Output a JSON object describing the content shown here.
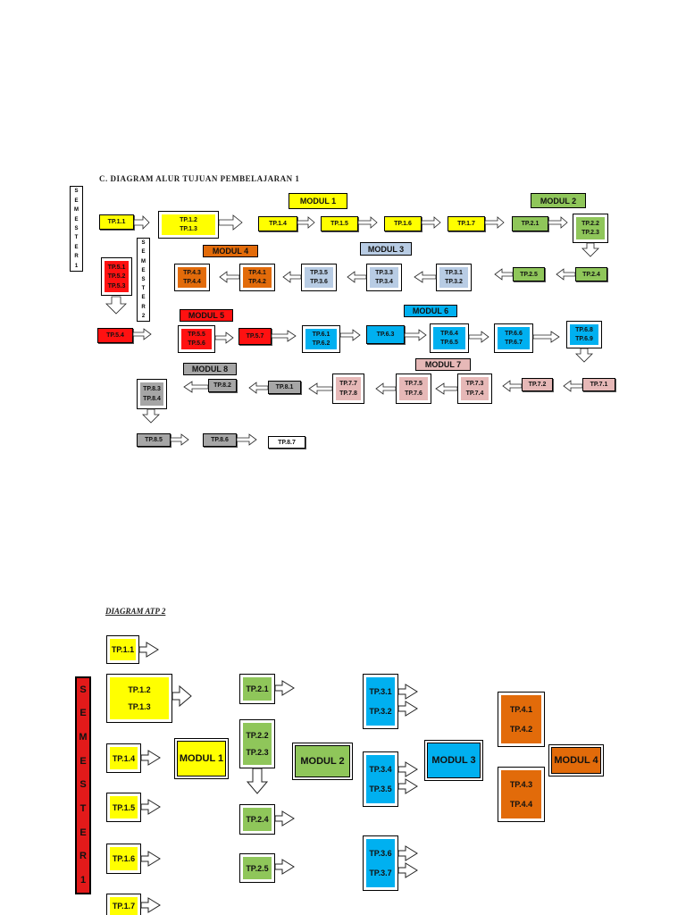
{
  "diagram1": {
    "title": "C.  DIAGRAM  ALUR TUJUAN PEMBELAJARAN 1",
    "semester1": [
      "S",
      "E",
      "M",
      "E",
      "S",
      "T",
      "E",
      "R",
      "1"
    ],
    "semester2": [
      "S",
      "E",
      "M",
      "E",
      "S",
      "T",
      "E",
      "R",
      "2"
    ],
    "modules": {
      "m1": "MODUL 1",
      "m2": "MODUL 2",
      "m3": "MODUL 3",
      "m4": "MODUL 4",
      "m5": "MODUL 5",
      "m6": "MODUL 6",
      "m7": "MODUL 7",
      "m8": "MODUL 8"
    },
    "tp": {
      "tp11": "TP.1.1",
      "tp12": "TP.1.2",
      "tp13": "TP.1.3",
      "tp14": "TP.1.4",
      "tp15": "TP.1.5",
      "tp16": "TP.1.6",
      "tp17": "TP.1.7",
      "tp21": "TP.2.1",
      "tp22": "TP.2.2",
      "tp23": "TP.2.3",
      "tp24": "TP.2.4",
      "tp25": "TP.2.5",
      "tp31": "TP.3.1",
      "tp32": "TP.3.2",
      "tp33": "TP.3.3",
      "tp34": "TP.3.4",
      "tp35": "TP.3.5",
      "tp36": "TP.3.6",
      "tp41": "TP.4.1",
      "tp42": "TP.4.2",
      "tp43": "TP.4.3",
      "tp44": "TP.4.4",
      "tp51": "TP.5.1",
      "tp52": "TP.5.2",
      "tp53": "TP.5.3",
      "tp54": "TP.5.4",
      "tp55": "TP.5.5",
      "tp56": "TP.5.6",
      "tp57": "TP.5.7",
      "tp61": "TP.6.1",
      "tp62": "TP.6.2",
      "tp63": "TP.6.3",
      "tp64": "TP.6.4",
      "tp65": "TP.6.5",
      "tp66": "TP.6.6",
      "tp67": "TP.6.7",
      "tp68": "TP.6.8",
      "tp69": "TP.6.9",
      "tp71": "TP.7.1",
      "tp72": "TP.7.2",
      "tp73": "TP.7.3",
      "tp74": "TP.7.4",
      "tp75": "TP.7.5",
      "tp76": "TP.7.6",
      "tp77": "TP.7.7",
      "tp78": "TP.7.8",
      "tp81": "TP.8.1",
      "tp82": "TP.8.2",
      "tp83": "TP.8.3",
      "tp84": "TP.8.4",
      "tp85": "TP.8.5",
      "tp86": "TP.8.6",
      "tp87": "TP.8.7"
    }
  },
  "diagram2": {
    "title": "DIAGRAM ATP 2",
    "semester": [
      "S",
      "E",
      "M",
      "E",
      "S",
      "T",
      "E",
      "R",
      "1"
    ],
    "modules": {
      "m1": "MODUL 1",
      "m2": "MODUL 2",
      "m3": "MODUL 3",
      "m4": "MODUL 4"
    },
    "tp": {
      "tp11": "TP.1.1",
      "tp12": "TP.1.2",
      "tp13": "TP.1.3",
      "tp14": "TP.1.4",
      "tp15": "TP.1.5",
      "tp16": "TP.1.6",
      "tp17": "TP.1.7",
      "tp21": "TP.2.1",
      "tp22": "TP.2.2",
      "tp23": "TP.2.3",
      "tp24": "TP.2.4",
      "tp25": "TP.2.5",
      "tp31": "TP.3.1",
      "tp32": "TP.3.2",
      "tp34": "TP.3.4",
      "tp35": "TP.3.5",
      "tp36": "TP.3.6",
      "tp37": "TP.3.7",
      "tp41": "TP.4.1",
      "tp42": "TP.4.2",
      "tp43": "TP.4.3",
      "tp44": "TP.4.4"
    }
  }
}
